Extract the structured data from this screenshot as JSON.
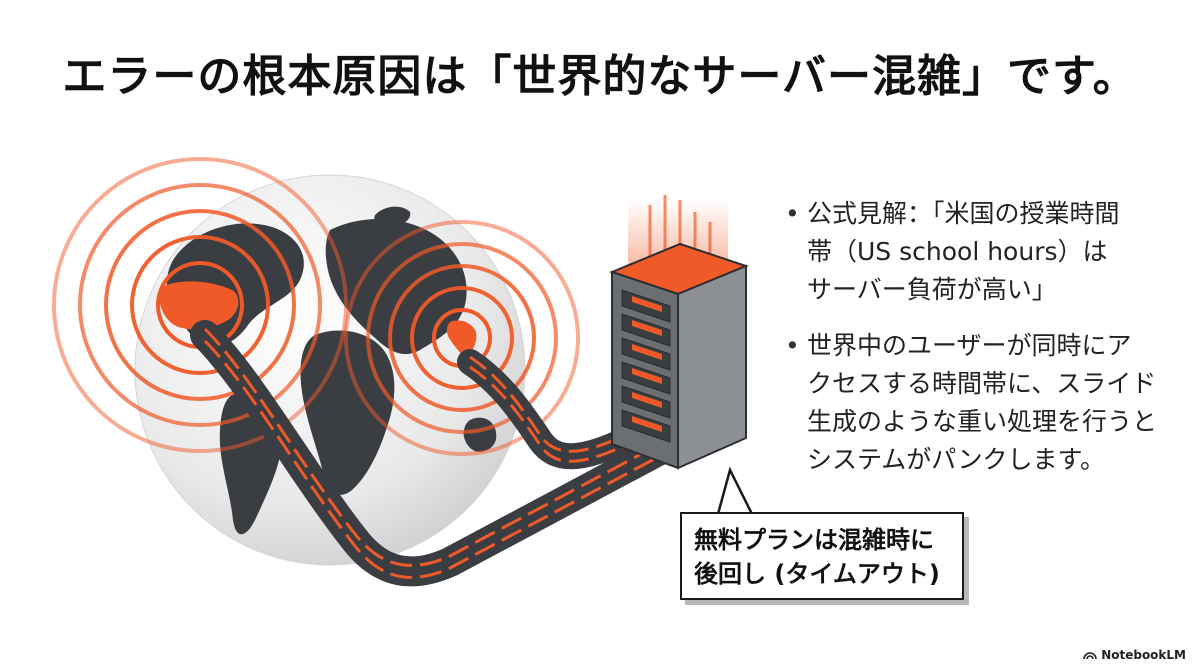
{
  "slide": {
    "title": "エラーの根本原因は「世界的なサーバー混雑」です。"
  },
  "bullets": [
    {
      "lines": [
        "公式見解：「米国の授業時間",
        "帯（US school hours）は",
        "サーバー負荷が高い」"
      ]
    },
    {
      "lines": [
        "世界中のユーザーが同時にア",
        "クセスする時間帯に、スライド",
        "生成のような重い処理を行うと",
        "システムがパンクします。"
      ]
    }
  ],
  "callout": {
    "lines": [
      "無料プランは混雑時に",
      "後回し (タイムアウト)"
    ]
  },
  "brand": {
    "label": "NotebookLM"
  },
  "colors": {
    "accent": "#f05a28",
    "dark": "#3a3d42",
    "globe": "#ececec"
  },
  "icons": [
    "globe-illustration",
    "server-rack-icon",
    "notebooklm-logo-icon"
  ]
}
